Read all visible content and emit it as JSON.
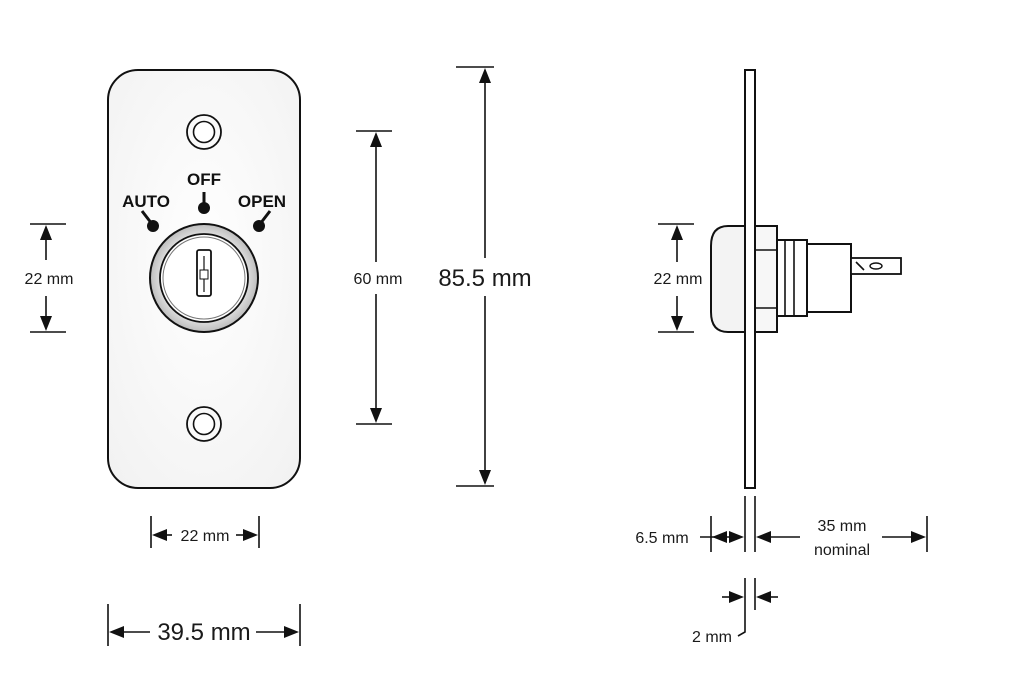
{
  "front_view": {
    "positions": {
      "auto": "AUTO",
      "off": "OFF",
      "open": "OPEN"
    },
    "dims": {
      "bezel_diameter": "22 mm",
      "bezel_width": "22 mm",
      "plate_width": "39.5 mm",
      "hole_spacing": "60 mm",
      "plate_height": "85.5 mm"
    }
  },
  "side_view": {
    "dims": {
      "bezel_diameter": "22 mm",
      "bezel_depth": "6.5 mm",
      "body_depth": "35 mm",
      "body_depth_note": "nominal",
      "plate_thickness": "2 mm"
    }
  }
}
